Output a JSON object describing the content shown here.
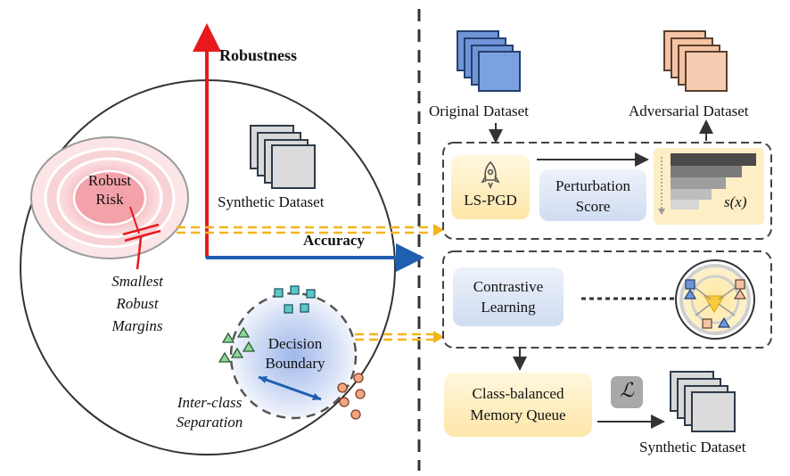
{
  "left_panel": {
    "robustness_label": "Robustness",
    "accuracy_label": "Accuracy",
    "robust_risk_line1": "Robust",
    "robust_risk_line2": "Risk",
    "margins_line1": "Smallest",
    "margins_line2": "Robust",
    "margins_line3": "Margins",
    "synthetic_dataset_label": "Synthetic Dataset",
    "decision_boundary_line1": "Decision",
    "decision_boundary_line2": "Boundary",
    "separation_line1": "Inter-class",
    "separation_line2": "Separation"
  },
  "right_panel": {
    "original_dataset_label": "Original Dataset",
    "adversarial_dataset_label": "Adversarial Dataset",
    "ls_pgd_label": "LS-PGD",
    "perturbation_line1": "Perturbation",
    "perturbation_line2": "Score",
    "score_label": "s(x)",
    "contrastive_line1": "Contrastive",
    "contrastive_line2": "Learning",
    "memory_line1": "Class-balanced",
    "memory_line2": "Memory Queue",
    "loss_symbol": "ℒ",
    "synthetic_dataset_label": "Synthetic Dataset"
  },
  "colors": {
    "robustness_axis": "#e8191c",
    "accuracy_axis": "#1f5fb0",
    "dashed_link": "#f4b41a",
    "original_stack": "#6f95d8",
    "adversarial_stack": "#f4c3a3",
    "synthetic_stack": "#d9d9d9",
    "method_box_yellow": "#fdeec5",
    "method_box_blue": "#dbe4f3"
  }
}
